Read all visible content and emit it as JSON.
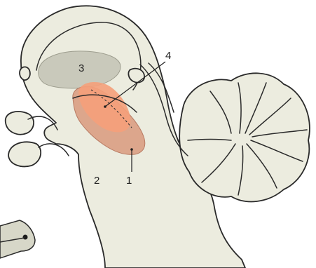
{
  "labels": {
    "label_1": "1",
    "label_2": "2",
    "label_3": "3",
    "label_4": "4"
  },
  "colors": {
    "tissue_fill": "#ececdf",
    "outline": "#2a2a2a",
    "gray_region": "#c9c9bb",
    "orange_region": "#f5a07a",
    "salmon_region": "#d99a7e"
  }
}
